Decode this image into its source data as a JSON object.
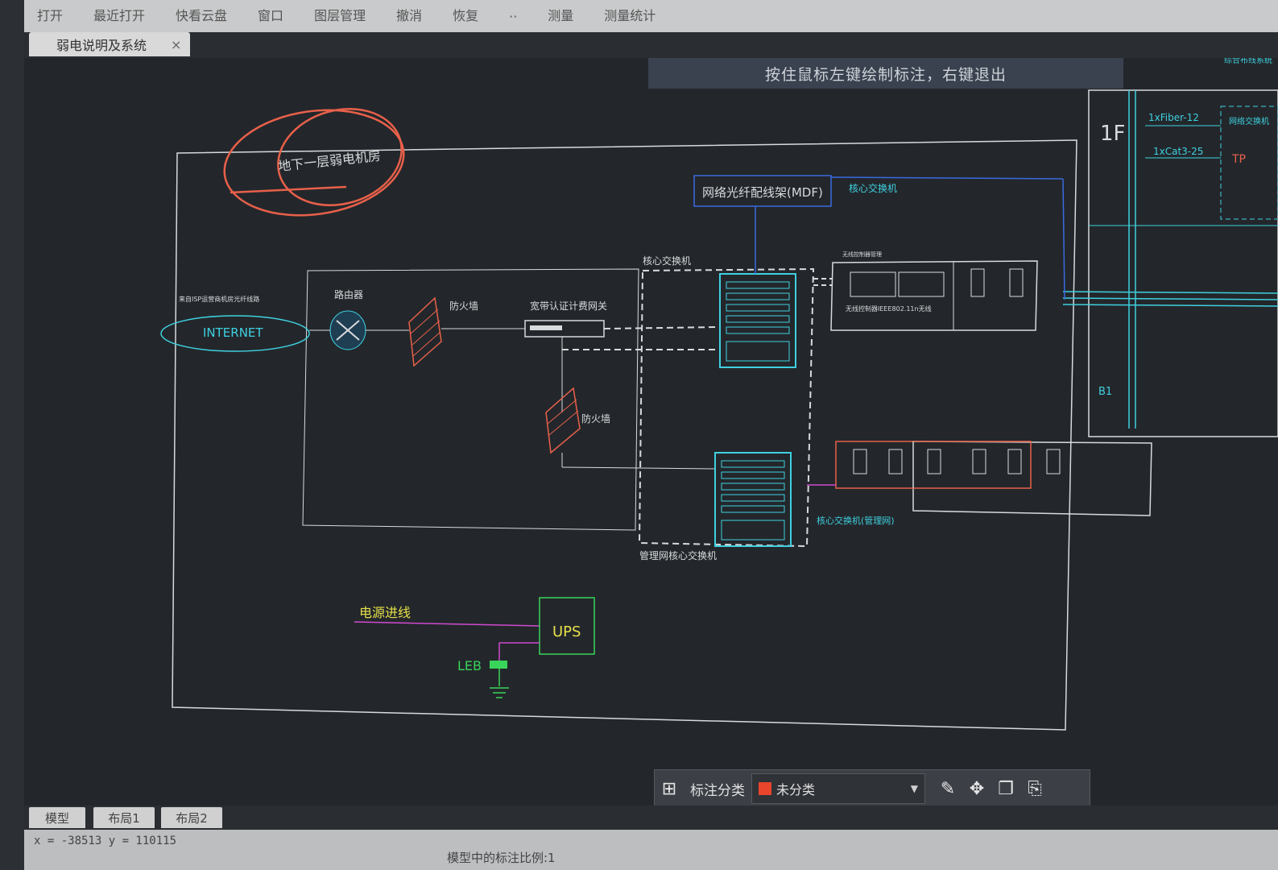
{
  "menu": {
    "items": [
      {
        "label": "打开"
      },
      {
        "label": "最近打开"
      },
      {
        "label": "快看云盘"
      },
      {
        "label": "窗口"
      },
      {
        "label": "图层管理"
      },
      {
        "label": "撤消"
      },
      {
        "label": "恢复"
      },
      {
        "label": "··"
      },
      {
        "label": "测量"
      },
      {
        "label": "测量统计"
      }
    ]
  },
  "document_tab": {
    "title": "弱电说明及系统",
    "close": "×"
  },
  "hint": "按住鼠标左键绘制标注，右键退出",
  "drawing": {
    "handwritten_label": "地下一层弱电机房",
    "mdf_label": "网络光纤配线架(MDF)",
    "core_switch_top": "核心交换机",
    "core_switch_mid": "核心交换机",
    "isp_note": "来自ISP运营商机房光纤线路",
    "internet": "INTERNET",
    "router": "路由器",
    "firewall1": "防火墙",
    "gateway": "宽带认证计费网关",
    "firewall2": "防火墙",
    "wireless_note": "无线控制器管理",
    "wifi_label": "无线控制器IEEE802.11n无线",
    "core_switch_mgmt": "核心交换机(管理网)",
    "mgmt_core_switch": "管理网核心交换机",
    "power_in": "电源进线",
    "ups": "UPS",
    "leb": "LEB",
    "floor_1f": "1F",
    "floor_b1": "B1",
    "fiber": "1xFiber-12",
    "cat": "1xCat3-25",
    "tp": "TP",
    "right_note1": "综合布线系统",
    "right_note2": "网络交换机"
  },
  "layout_tabs": [
    {
      "label": "模型"
    },
    {
      "label": "布局1"
    },
    {
      "label": "布局2"
    }
  ],
  "status": {
    "coords": "x = -38513 y = 110115",
    "message": "模型中的标注比例:1"
  },
  "annotation_toolbar": {
    "category_label": "标注分类",
    "category_value": "未分类",
    "category_color": "#e8452c"
  },
  "colors": {
    "cyan": "#3fd0e0",
    "red": "#e8604a",
    "green": "#39d45a",
    "yellow": "#e6e04a",
    "magenta": "#d04ad0",
    "blue": "#3a6ae0",
    "white": "#d8dadc"
  }
}
